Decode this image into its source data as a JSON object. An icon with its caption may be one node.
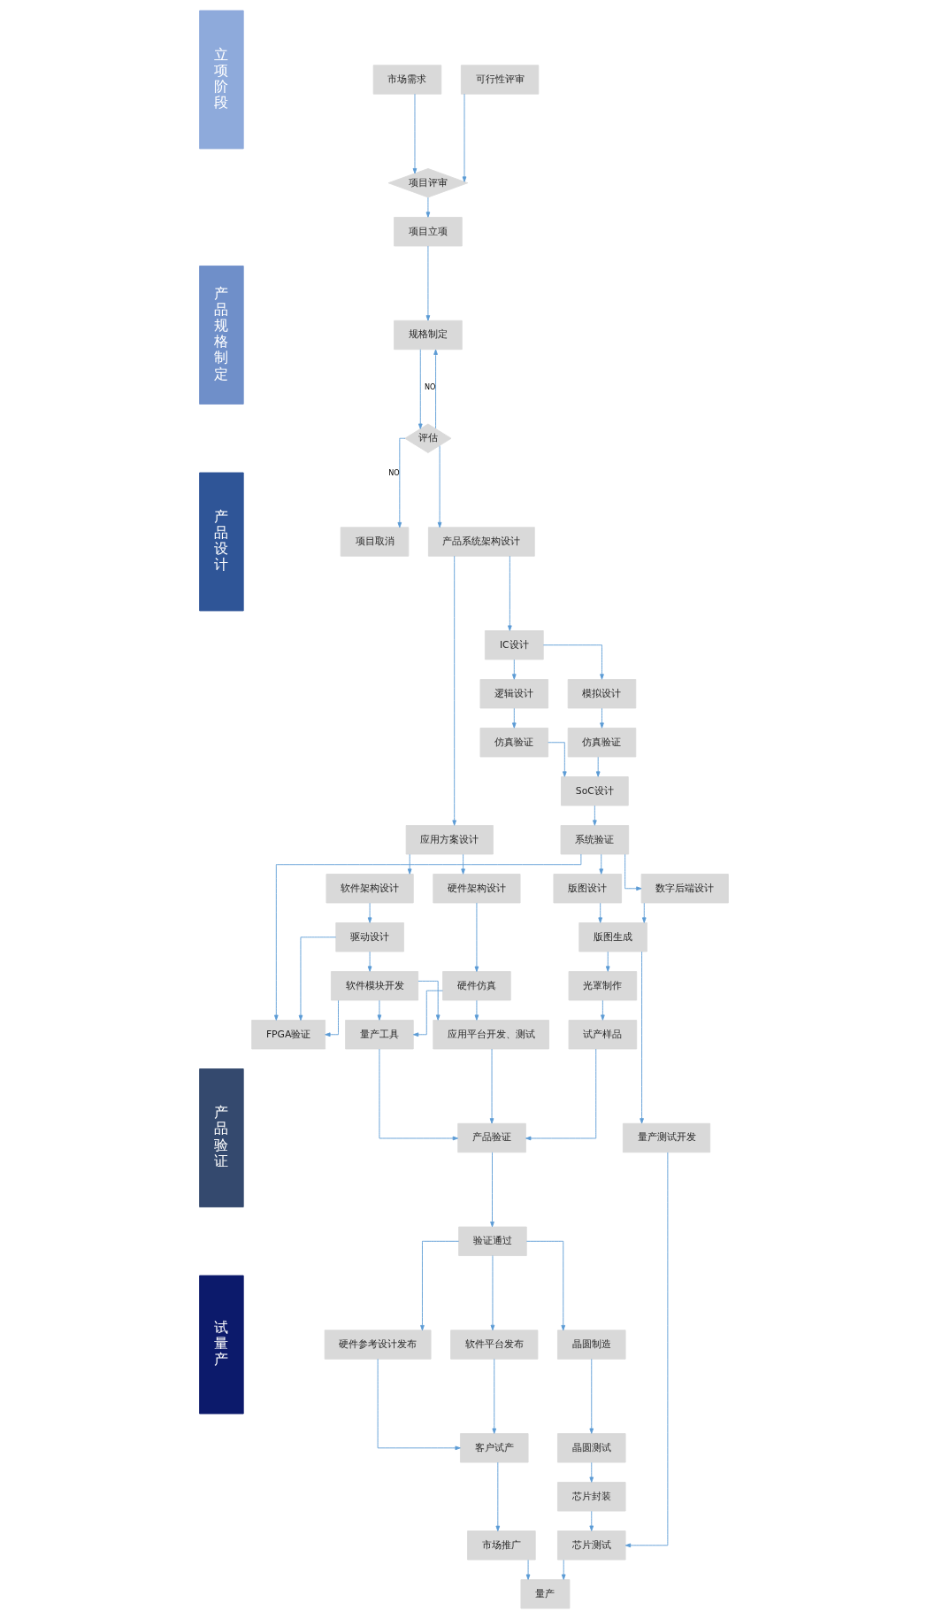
{
  "diagram": {
    "nodes": [
      {
        "text": [
          "立项阶段"
        ]
      },
      {
        "text": [
          "产品规格制定"
        ]
      },
      {
        "text": [
          "产品设计"
        ]
      },
      {
        "text": [
          "产品验证"
        ]
      },
      {
        "text": [
          "试量产"
        ]
      },
      {
        "text": [
          "市场需求"
        ]
      },
      {
        "text": [
          "可行性评审"
        ]
      },
      {
        "text": [
          "项目评审"
        ]
      },
      {
        "text": [
          "项目立项"
        ]
      },
      {
        "text": [
          "规格制定"
        ]
      },
      {
        "text": [
          "评估"
        ]
      },
      {
        "text": [
          "项目取消"
        ]
      },
      {
        "text": [
          "产品系统架构设计"
        ]
      },
      {
        "text": [
          "应用方案设计"
        ]
      },
      {
        "text": [
          "IC设计"
        ]
      },
      {
        "text": [
          "硬件架构设计"
        ]
      },
      {
        "text": [
          "软件架构设计"
        ]
      },
      {
        "text": [
          "逻辑设计"
        ]
      },
      {
        "text": [
          "模拟设计"
        ]
      },
      {
        "text": [
          "仿真验证"
        ]
      },
      {
        "text": [
          "仿真验证"
        ]
      },
      {
        "text": [
          "驱动设计"
        ]
      },
      {
        "text": [
          "硬件仿真"
        ]
      },
      {
        "text": [
          "SoC设计"
        ]
      },
      {
        "text": [
          "软件模块开发"
        ]
      },
      {
        "text": [
          "FPGA验证"
        ]
      },
      {
        "text": [
          "系统验证"
        ]
      },
      {
        "text": [
          "数字后端设计"
        ]
      },
      {
        "text": [
          "版图设计"
        ]
      },
      {
        "text": [
          "量产工具"
        ]
      },
      {
        "text": [
          "应用平台开发、测试"
        ]
      },
      {
        "text": [
          "版图生成"
        ]
      },
      {
        "text": [
          "光罩制作"
        ]
      },
      {
        "text": [
          "试产样品"
        ]
      },
      {
        "text": [
          "产品验证"
        ]
      },
      {
        "text": [
          "量产测试开发"
        ]
      },
      {
        "text": [
          "验证通过"
        ]
      },
      {
        "text": [
          "软件平台发布"
        ]
      },
      {
        "text": [
          "硬件参考设计发布"
        ]
      },
      {
        "text": [
          "晶圆制造"
        ]
      },
      {
        "text": [
          "晶圆测试"
        ]
      },
      {
        "text": [
          "客户试产"
        ]
      },
      {
        "text": [
          "芯片封装"
        ]
      },
      {
        "text": [
          "市场推广"
        ]
      },
      {
        "text": [
          "芯片测试"
        ]
      },
      {
        "text": [
          "量产"
        ]
      }
    ],
    "edges": [
      {
        "from": 5,
        "to": 7,
        "arrow": "to"
      },
      {
        "from": 6,
        "to": 7,
        "arrow": "to"
      },
      {
        "from": 7,
        "to": 8,
        "arrow": "to"
      },
      {
        "from": 8,
        "to": 9,
        "arrow": "to"
      },
      {
        "from": 9,
        "to": 10,
        "arrow": "to"
      },
      {
        "from": 10,
        "to": 9,
        "arrow": "to",
        "label": "NO"
      },
      {
        "from": 10,
        "to": 11,
        "arrow": "to",
        "label": "NO"
      },
      {
        "from": 10,
        "to": 12,
        "arrow": "to"
      },
      {
        "from": 12,
        "to": 13,
        "arrow": "to"
      },
      {
        "from": 12,
        "to": 14,
        "arrow": "to"
      },
      {
        "from": 13,
        "to": 15,
        "arrow": "to"
      },
      {
        "from": 13,
        "to": 16,
        "arrow": "to"
      },
      {
        "from": 14,
        "to": 17,
        "arrow": "to"
      },
      {
        "from": 14,
        "to": 18,
        "arrow": "to"
      },
      {
        "from": 17,
        "to": 19,
        "arrow": "to"
      },
      {
        "from": 18,
        "to": 20,
        "arrow": "to"
      },
      {
        "from": 15,
        "to": 22,
        "arrow": "to"
      },
      {
        "from": 16,
        "to": 21,
        "arrow": "to"
      },
      {
        "from": 19,
        "to": 23,
        "arrow": "to"
      },
      {
        "from": 20,
        "to": 23,
        "arrow": "to"
      },
      {
        "from": 21,
        "to": 24,
        "arrow": "to"
      },
      {
        "from": 21,
        "to": 25,
        "arrow": "to"
      },
      {
        "from": 24,
        "to": 25,
        "arrow": "to"
      },
      {
        "from": 23,
        "to": 26,
        "arrow": "to"
      },
      {
        "from": 26,
        "to": 25,
        "arrow": "to"
      },
      {
        "from": 22,
        "to": 29,
        "arrow": "to"
      },
      {
        "from": 22,
        "to": 30,
        "arrow": "to"
      },
      {
        "from": 24,
        "to": 29,
        "arrow": "to"
      },
      {
        "from": 24,
        "to": 30,
        "arrow": "to"
      },
      {
        "from": 26,
        "to": 27,
        "arrow": "to"
      },
      {
        "from": 26,
        "to": 28,
        "arrow": "to"
      },
      {
        "from": 27,
        "to": 31,
        "arrow": "to"
      },
      {
        "from": 28,
        "to": 31,
        "arrow": "to"
      },
      {
        "from": 31,
        "to": 32,
        "arrow": "to"
      },
      {
        "from": 32,
        "to": 33,
        "arrow": "to"
      },
      {
        "from": 29,
        "to": 34,
        "arrow": "to"
      },
      {
        "from": 30,
        "to": 34,
        "arrow": "to"
      },
      {
        "from": 33,
        "to": 34,
        "arrow": "to"
      },
      {
        "from": 31,
        "to": 35,
        "arrow": "to"
      },
      {
        "from": 34,
        "to": 36,
        "arrow": "to"
      },
      {
        "from": 36,
        "to": 37,
        "arrow": "to"
      },
      {
        "from": 36,
        "to": 38,
        "arrow": "to"
      },
      {
        "from": 36,
        "to": 39,
        "arrow": "to"
      },
      {
        "from": 37,
        "to": 41,
        "arrow": "to"
      },
      {
        "from": 38,
        "to": 41,
        "arrow": "to"
      },
      {
        "from": 39,
        "to": 40,
        "arrow": "to"
      },
      {
        "from": 40,
        "to": 42,
        "arrow": "to"
      },
      {
        "from": 42,
        "to": 44,
        "arrow": "to"
      },
      {
        "from": 35,
        "to": 44,
        "arrow": "to"
      },
      {
        "from": 41,
        "to": 43,
        "arrow": "to"
      },
      {
        "from": 43,
        "to": 45,
        "arrow": "to"
      },
      {
        "from": 44,
        "to": 45,
        "arrow": "to"
      }
    ]
  }
}
